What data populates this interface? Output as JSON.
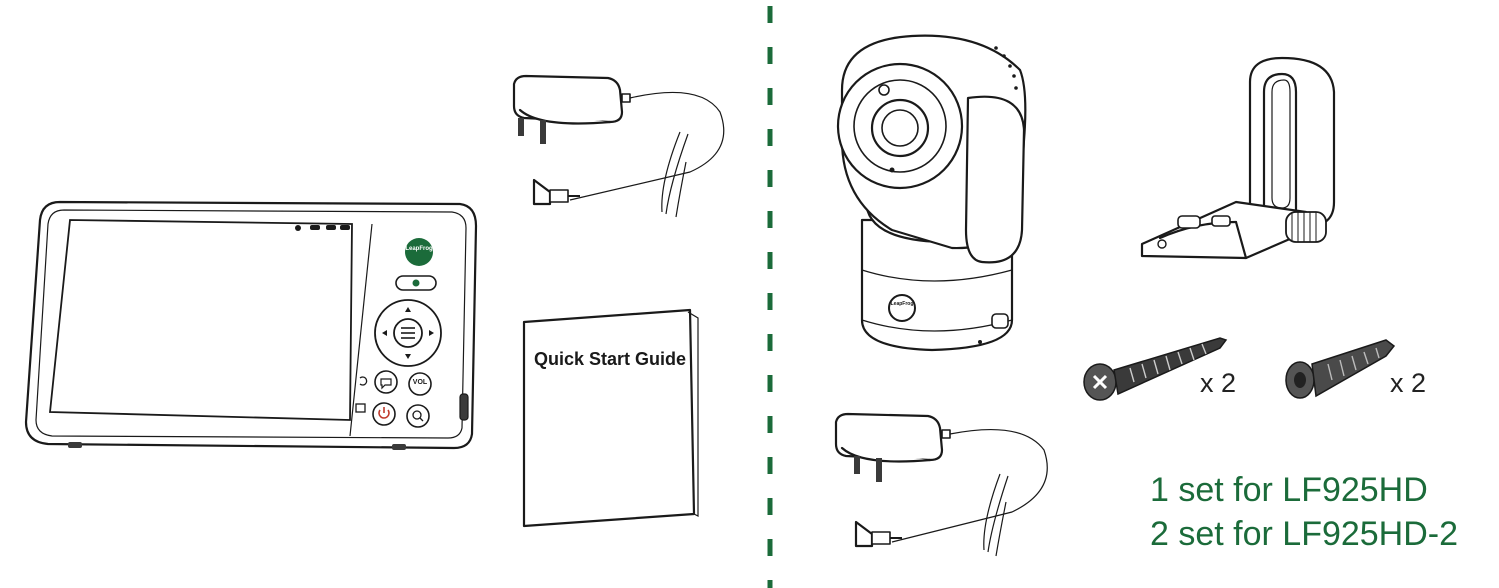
{
  "colors": {
    "accent_green": "#1b6b3a",
    "line": "#1a1a1a"
  },
  "monitor": {
    "brand_logo_text": "LeapFrog",
    "vol_label": "VOL"
  },
  "quick_start_guide": {
    "title": "Quick Start Guide"
  },
  "camera": {
    "brand_logo_text": "LeapFrog"
  },
  "accessories": {
    "screw_quantity": "x 2",
    "anchor_quantity": "x 2"
  },
  "set_note": {
    "line1": "1 set for LF925HD",
    "line2": "2 set for LF925HD-2"
  }
}
